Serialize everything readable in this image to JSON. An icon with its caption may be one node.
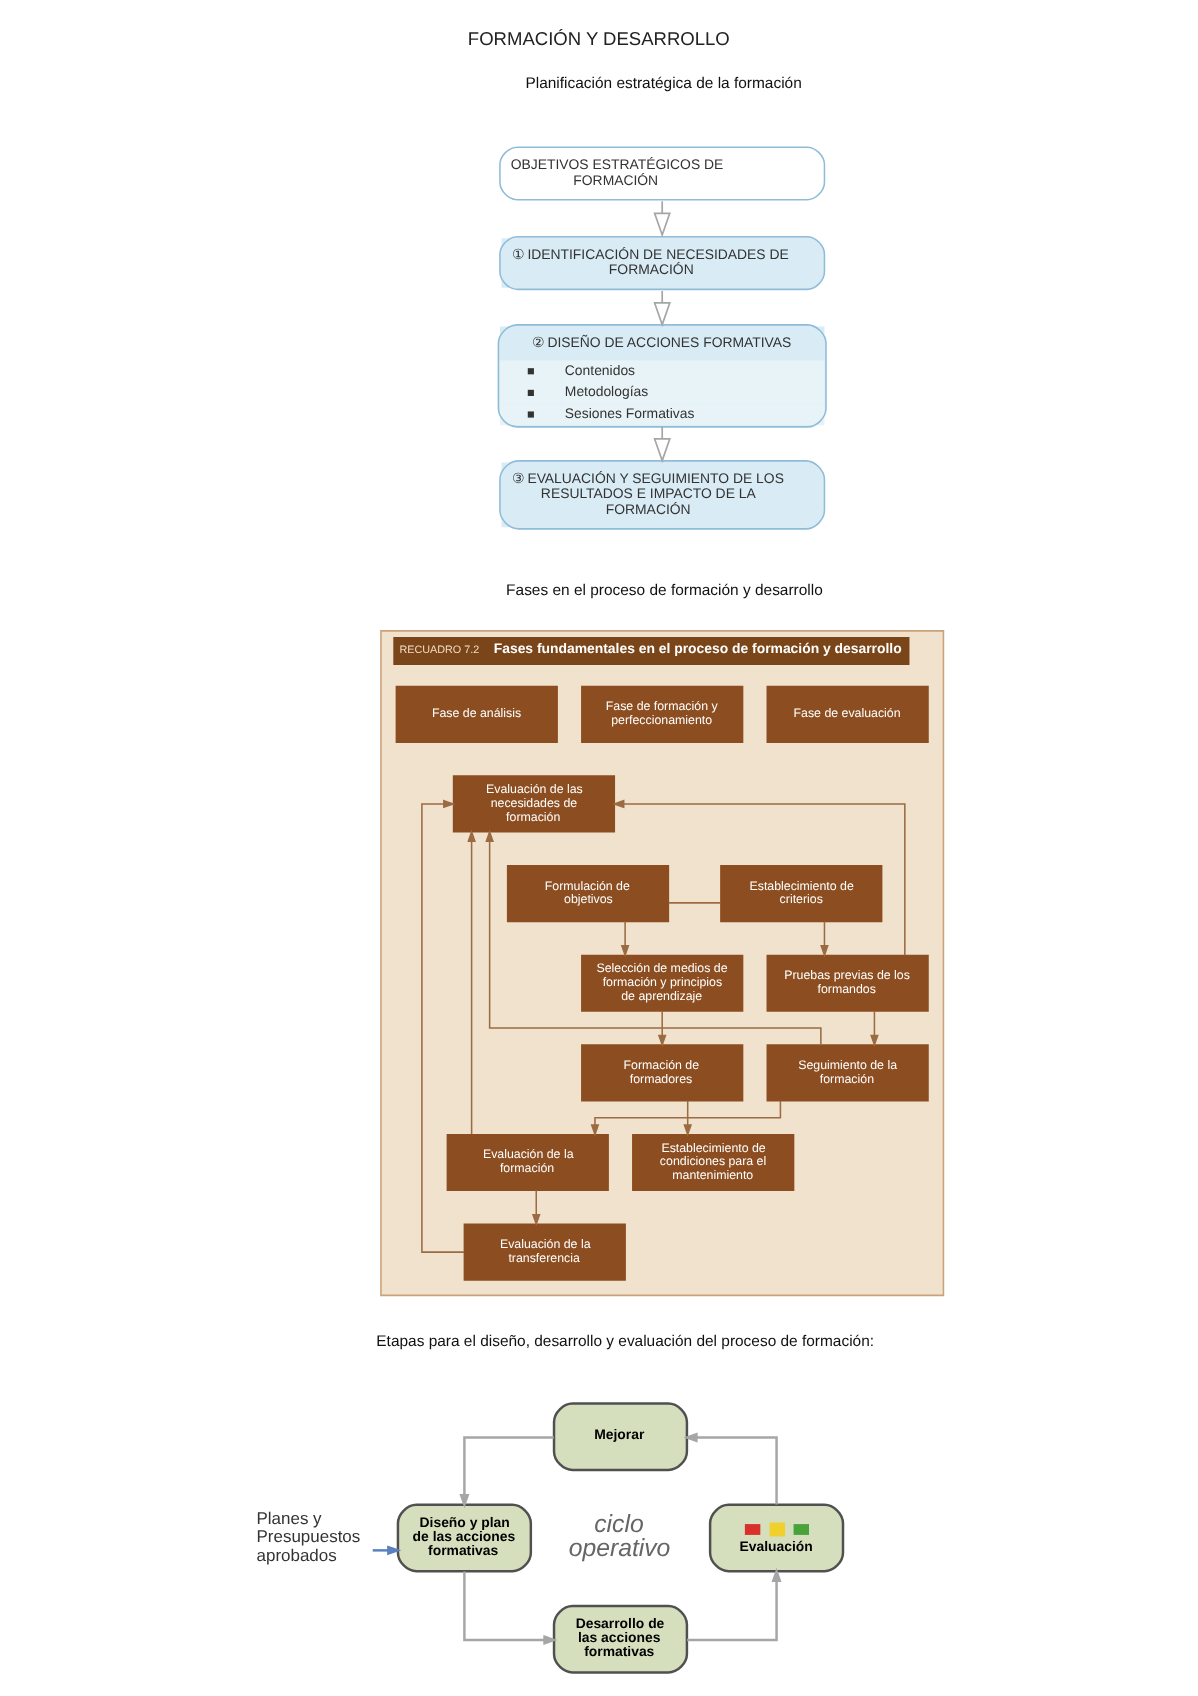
{
  "diagram": {
    "title": "FORMACIÓN Y DESARROLLO",
    "nodes": [
      {
        "text": [
          "OBJETIVOS ESTRATÉGICOS DE FORMACIÓN"
        ]
      },
      {
        "text": [
          "① IDENTIFICACIÓN DE NECESIDADES DE FORMACIÓN"
        ]
      },
      {
        "text": [
          "② DISEÑO DE ACCIONES FORMATIVAS",
          "Contenidos",
          "Metodologías",
          "Sesiones Formativas"
        ]
      },
      {
        "text": [
          "③ EVALUACIÓN Y SEGUIMIENTO DE LOS RESULTADOS E IMPACTO DE LA FORMACIÓN"
        ]
      },
      {
        "text": [
          "RECUADRO 7.2",
          "Fases fundamentales en el proceso de formación y desarrollo"
        ]
      },
      {
        "text": [
          "Fase de análisis"
        ],
        "in": 4
      },
      {
        "text": [
          "Fase de formación y perfeccionamiento"
        ],
        "in": 4
      },
      {
        "text": [
          "Fase de evaluación"
        ],
        "in": 4
      },
      {
        "text": [
          "Evaluación de las necesidades de formación"
        ],
        "in": 4
      },
      {
        "text": [
          "Formulación de objetivos"
        ],
        "in": 4
      },
      {
        "text": [
          "Selección de medios de formación y principios de aprendizaje"
        ],
        "in": 4
      },
      {
        "text": [
          "Formación de formadores"
        ],
        "in": 4
      },
      {
        "text": [
          "Establecimiento de condiciones para el mantenimiento"
        ],
        "in": 4
      },
      {
        "text": [
          "Establecimiento de criterios"
        ],
        "in": 4
      },
      {
        "text": [
          "Pruebas previas de los formandos"
        ],
        "in": 4
      },
      {
        "text": [
          "Seguimiento de la formación"
        ],
        "in": 4
      },
      {
        "text": [
          "Evaluación de la formación"
        ],
        "in": 4
      },
      {
        "text": [
          "Evaluación de la transferencia"
        ],
        "in": 4
      },
      {
        "text": [
          "Planes y Presupuestos aprobados"
        ]
      },
      {
        "text": [
          "Mejorar"
        ]
      },
      {
        "text": [
          "Diseño y plan de las acciones formativas"
        ]
      },
      {
        "text": [
          "Evaluación"
        ]
      },
      {
        "text": [
          "Desarrollo de las acciones formativas"
        ]
      }
    ],
    "edges": [
      {
        "from": 0,
        "to": 1,
        "arrow": "to",
        "color": "#a6a6a6"
      },
      {
        "from": 1,
        "to": 2,
        "arrow": "to",
        "color": "#a6a6a6"
      },
      {
        "from": 2,
        "to": 3,
        "arrow": "to",
        "color": "#a6a6a6"
      },
      {
        "from": 9,
        "to": 10,
        "arrow": "to"
      },
      {
        "from": 9,
        "to": 13,
        "arrow": "none"
      },
      {
        "from": 10,
        "to": 11,
        "arrow": "to"
      },
      {
        "from": 11,
        "to": 12,
        "arrow": "to"
      },
      {
        "from": 13,
        "to": 14,
        "arrow": "to"
      },
      {
        "from": 14,
        "to": 15,
        "arrow": "to"
      },
      {
        "from": 15,
        "to": 16,
        "arrow": "to"
      },
      {
        "from": 16,
        "to": 17,
        "arrow": "to"
      },
      {
        "from": 14,
        "to": 8,
        "arrow": "to"
      },
      {
        "from": 15,
        "to": 8,
        "arrow": "to"
      },
      {
        "from": 16,
        "to": 8,
        "arrow": "to"
      },
      {
        "from": 17,
        "to": 8,
        "arrow": "to"
      },
      {
        "from": 18,
        "to": 20,
        "arrow": "to",
        "color": "#5b80c0"
      },
      {
        "from": 20,
        "to": 22,
        "arrow": "to",
        "color": "#a6a6a6"
      },
      {
        "from": 22,
        "to": 21,
        "arrow": "to",
        "color": "#a6a6a6"
      },
      {
        "from": 21,
        "to": 19,
        "arrow": "to",
        "color": "#a6a6a6"
      },
      {
        "from": 19,
        "to": 20,
        "arrow": "to",
        "color": "#a6a6a6"
      }
    ],
    "labels": [
      "Planificación estratégica de la formación",
      "Fases en el proceso de formación y desarrollo",
      "Etapas para el diseño, desarrollo y evaluación del proceso de formación:",
      "ciclo operativo"
    ]
  }
}
